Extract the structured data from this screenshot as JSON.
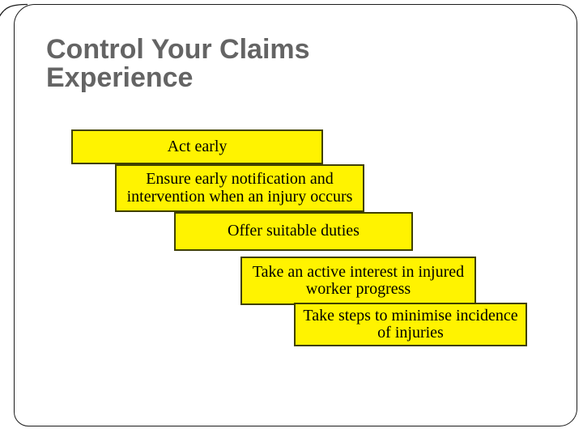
{
  "slide": {
    "title": {
      "line1": "Control Your Claims",
      "line2": "Experience"
    },
    "colors": {
      "background": "#ffffff",
      "title_text": "#646464",
      "frame_border": "#1c1c1c",
      "box_fill": "#FFF300",
      "box_border": "#404000",
      "box_text": "#000000"
    }
  },
  "boxes": [
    {
      "label": "Act early"
    },
    {
      "label": "Ensure early notification and intervention when an injury occurs"
    },
    {
      "label": "Offer suitable duties"
    },
    {
      "label": "Take an active interest in injured worker progress"
    },
    {
      "label": "Take steps to minimise incidence of injuries"
    }
  ]
}
